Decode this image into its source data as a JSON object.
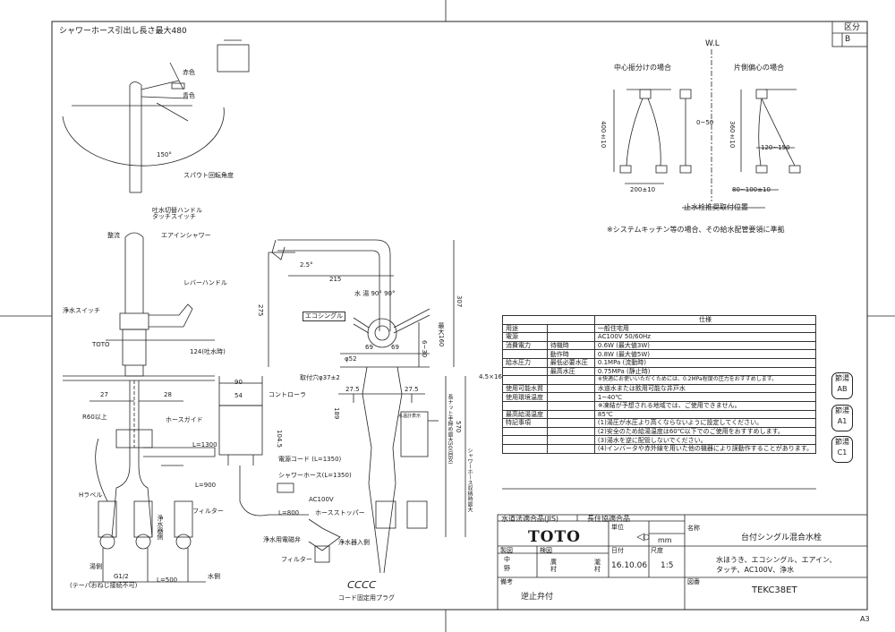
{
  "header": {
    "hose_note": "シャワーホース引出し長さ最大480",
    "division_label": "区分",
    "division_value": "B",
    "sheet_size": "A3"
  },
  "left_view": {
    "red_label": "赤色",
    "blue_label": "青色",
    "swing_angle": "150°",
    "spout_rotation_label": "スパウト回転角度",
    "spout_switch_label": "吐水切替ハンドル\nタッチスイッチ",
    "flow_label": "整流",
    "aerated_shower_label": "エアインシャワー",
    "lever_label": "レバーハンドル",
    "purify_switch_label": "浄水スイッチ",
    "toto_label": "TOTO",
    "dim_124": "124(吐水時)",
    "dim_27": "27",
    "dim_28": "28",
    "r60_label": "R60以上",
    "hose_guide_label": "ホースガイド",
    "l1300": "L=1300",
    "l900": "L=900",
    "h_label": "Hラベル",
    "filter_label": "フィルター",
    "water_purifier_side": "浄水器側",
    "hot_side": "湯側",
    "cold_side": "水側",
    "g12": "G1/2",
    "taper_note": "(テーパおねじ接続不可)",
    "l500": "L=500",
    "plug_label": "コード固定用プラグ"
  },
  "center_view": {
    "dim_2_5": "2.5°",
    "dim_215": "215",
    "dim_275": "275",
    "dim_307": "307",
    "dim_160": "最大160",
    "dim_69a": "69",
    "dim_69b": "69",
    "dim_52": "φ52",
    "dim_6_30": "6~30",
    "single_label": "エコシングル",
    "angle_label": "水 湯 90° 90°",
    "mount_hole": "取付穴φ37±2",
    "dim_90": "90",
    "dim_54": "54",
    "controller_label": "コントローラ",
    "dim_189": "189",
    "dim_104_5": "104.5",
    "dim_27_5a": "27.5",
    "dim_27_5b": "27.5",
    "power_cord": "電源コード (L=1350)",
    "shower_hose": "シャワーホース(L=1350)",
    "ac100": "AC100V",
    "l800": "L=800",
    "hose_stopper": "ホースストッパー",
    "purify_valve": "浄水用電磁弁",
    "purify_inlet": "浄水器入側",
    "filter2": "フィルター",
    "dim_4_5x16": "4.5×16",
    "dim_570": "570",
    "vert_note1": "長ナット手締め最大50(目安)",
    "vert_note2": "シャワーホース収納時最大",
    "wl": "W.L",
    "water_mark": "水温計表示"
  },
  "right_view": {
    "center_label": "中心振分けの場合",
    "side_label": "片側偏心の場合",
    "dim_400": "400±10",
    "dim_360": "360±10",
    "dim_0_50": "0~50",
    "dim_120_150": "120~150",
    "dim_200": "200±10",
    "dim_80_100": "80~100±10",
    "caption": "止水栓推奨取付位置",
    "note": "※システムキッチン等の場合、その給水配管要領に準拠"
  },
  "spec_table": {
    "title": "仕様",
    "rows": [
      {
        "a": "用途",
        "b": "",
        "c": "一般住宅用"
      },
      {
        "a": "電源",
        "b": "",
        "c": "AC100V 50/60Hz"
      },
      {
        "a": "消費電力",
        "b": "待機時",
        "c": "0.6W (最大値3W)"
      },
      {
        "a": "",
        "b": "動作時",
        "c": "0.8W (最大値5W)"
      },
      {
        "a": "給水圧力",
        "b": "最低必要水圧",
        "c": "0.1MPa (流動時)"
      },
      {
        "a": "",
        "b": "最高水圧",
        "c": "0.75MPa (静止時)"
      },
      {
        "a": "",
        "b": "",
        "c": "※快適にお使いいただくためには、0.2MPa程度の圧力をおすすめします。"
      },
      {
        "a": "使用可能水質",
        "b": "",
        "c": "水道水または飲用可能な井戸水"
      },
      {
        "a": "使用環境温度",
        "b": "",
        "c": "1~40℃"
      },
      {
        "a": "",
        "b": "",
        "c": "※凍結が予想される地域では、ご使用できません。"
      },
      {
        "a": "最高給湯温度",
        "b": "",
        "c": "85℃"
      },
      {
        "a": "特記事項",
        "b": "",
        "c": "(1)湯圧が水圧より高くならないように設定してください。"
      },
      {
        "a": "",
        "b": "",
        "c": "(2)安全のため給湯温度は60℃以下でのご使用をおすすめします。"
      },
      {
        "a": "",
        "b": "",
        "c": "(3)湯水を逆に配管しないでください。"
      },
      {
        "a": "",
        "b": "",
        "c": "(4)インバータや赤外線を用いた他の機器により誤動作することがあります。"
      }
    ]
  },
  "symbols": [
    "節湯\nAB",
    "節湯\nA1",
    "節湯\nC1"
  ],
  "title_block": {
    "jis_label": "水道法適合品(JIS)",
    "long_label": "長住協適合品",
    "brand": "TOTO",
    "unit_label": "単位",
    "unit_value": "mm",
    "name_label": "名称",
    "product_name": "台付シングル混合水栓",
    "made_label": "製図",
    "check_label": "検図",
    "date_label": "日付",
    "date_value": "16.10.06",
    "scale_label": "尺度",
    "scale_value": "1:5",
    "drafter1": "中",
    "drafter2": "野",
    "checker1": "廣",
    "checker2": "村",
    "checker3": "瀧",
    "checker4": "村",
    "description": "水ほうき、エコシングル、エアイン、タッチ、AC100V、浄水",
    "notes_label": "備考",
    "notes_value": "逆止弁付",
    "drawing_label": "図番",
    "drawing_number": "TEKC38ET"
  }
}
